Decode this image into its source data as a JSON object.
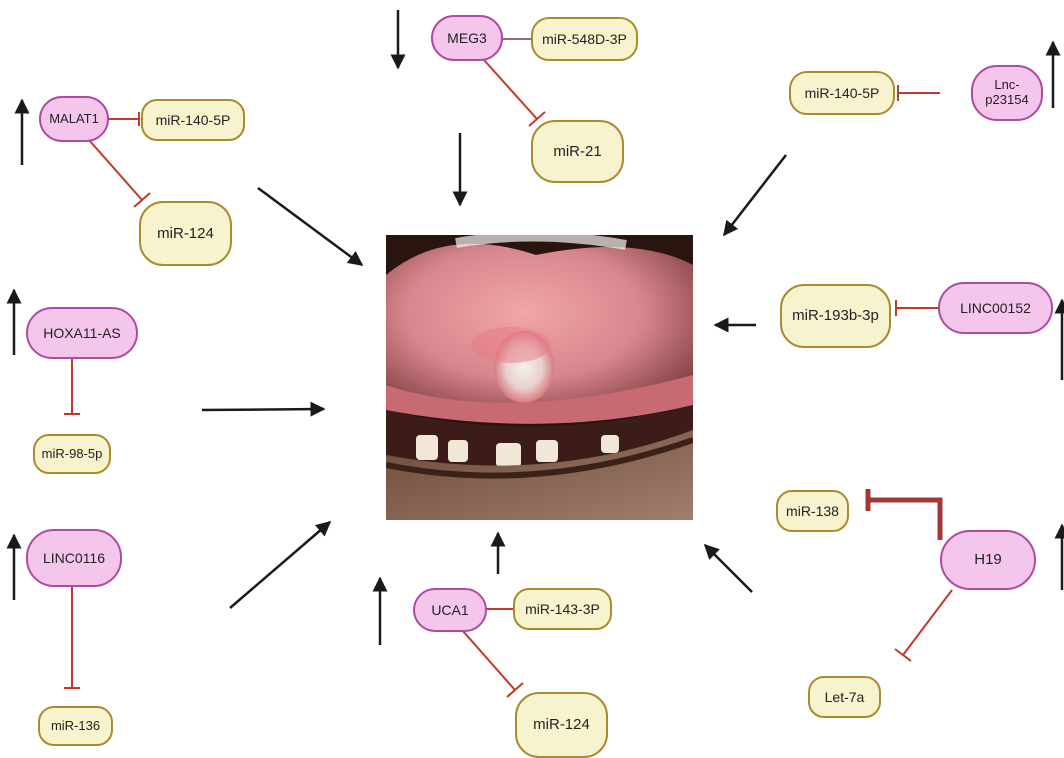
{
  "lncrnas": {
    "meg3": "MEG3",
    "malat1": "MALAT1",
    "lnc_p23154": "Lnc-\np23154",
    "hoxa11_as": "HOXA11-AS",
    "linc00152": "LINC00152",
    "linc0116": "LINC0116",
    "uca1": "UCA1",
    "h19": "H19"
  },
  "mirnas": {
    "mir_548d_3p": "miR-548D-3P",
    "mir_21": "miR-21",
    "mir_140_5p_left": "miR-140-5P",
    "mir_124_left": "miR-124",
    "mir_140_5p_right": "miR-140-5P",
    "mir_193b_3p": "miR-193b-3p",
    "mir_98_5p": "miR-98-5p",
    "mir_136": "miR-136",
    "mir_143_3p": "miR-143-3P",
    "mir_124_bottom": "miR-124",
    "mir_138": "miR-138",
    "let_7a": "Let-7a"
  },
  "colors": {
    "lnc_fill": "#f4c6ec",
    "lnc_border": "#b04aa0",
    "mir_fill": "#f7f3cf",
    "mir_border": "#a88d2c",
    "inhibition": "#c0392b",
    "arrow": "#1a1a1a"
  },
  "center_image": "oral-lesion-photo",
  "regulation": {
    "meg3": "down",
    "malat1": "up",
    "lnc_p23154": "up",
    "hoxa11_as": "up",
    "linc00152": "up",
    "linc0116": "up",
    "uca1": "up",
    "h19": "up"
  }
}
